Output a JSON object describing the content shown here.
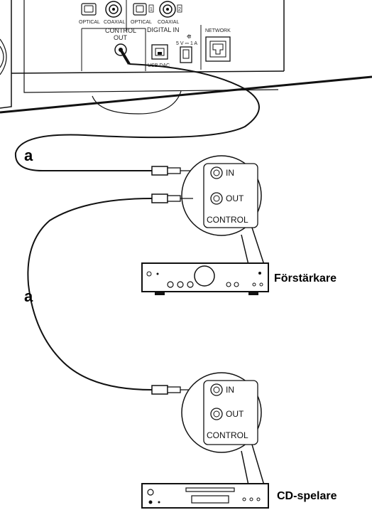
{
  "receiver": {
    "optical_label_1": "OPTICAL",
    "coaxial_label_1": "COAXIAL",
    "optical_label_2": "OPTICAL",
    "coaxial_label_2": "COAXIAL",
    "digital_in_label": "DIGITAL IN",
    "control_out_label_1": "CONTROL",
    "control_out_label_2": "OUT",
    "usb_dac_label": "USB DAC",
    "usb_power_label": "5 V ⎓ 1 A",
    "network_label": "NETWORK",
    "port_1": "1",
    "port_2": "2"
  },
  "cable_labels": [
    "a",
    "a"
  ],
  "amplifier": {
    "name": "Förstärkare",
    "in_label": "IN",
    "out_label": "OUT",
    "control_label": "CONTROL"
  },
  "cd_player": {
    "name": "CD-spelare",
    "in_label": "IN",
    "out_label": "OUT",
    "control_label": "CONTROL"
  }
}
